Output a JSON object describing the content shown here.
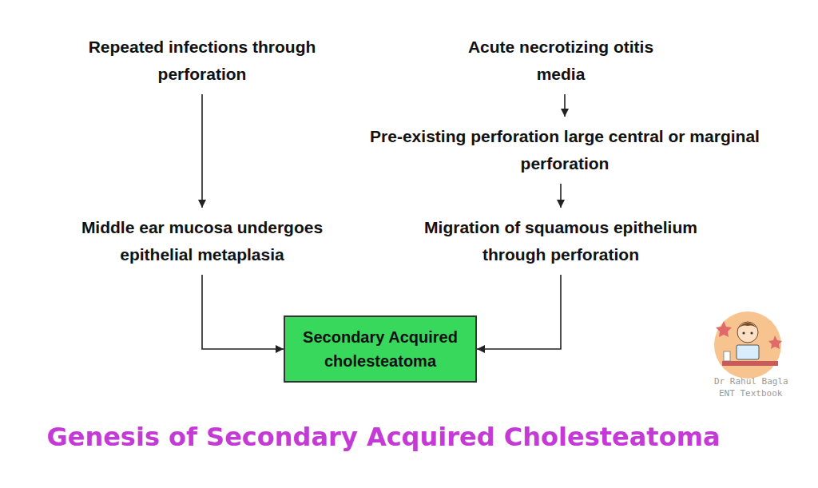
{
  "diagram": {
    "caption": "Genesis of Secondary Acquired Cholesteatoma",
    "nodes": [
      {
        "text": [
          "Repeated infections through perforation"
        ]
      },
      {
        "text": [
          "Acute necrotizing otitis media"
        ]
      },
      {
        "text": [
          "Pre-existing perforation large central or marginal perforation"
        ]
      },
      {
        "text": [
          "Middle ear mucosa undergoes epithelial metaplasia"
        ]
      },
      {
        "text": [
          "Migration of squamous epithelium through perforation"
        ]
      },
      {
        "text": [
          "Secondary Acquired cholesteatoma"
        ]
      }
    ],
    "edges": [
      {
        "from": 0,
        "to": 3,
        "arrow": "to"
      },
      {
        "from": 1,
        "to": 2,
        "arrow": "to"
      },
      {
        "from": 2,
        "to": 4,
        "arrow": "to"
      },
      {
        "from": 3,
        "to": 5,
        "arrow": "to"
      },
      {
        "from": 4,
        "to": 5,
        "arrow": "to"
      }
    ],
    "labels": [
      "Dr Rahul Bagla",
      "ENT Textbook"
    ]
  }
}
